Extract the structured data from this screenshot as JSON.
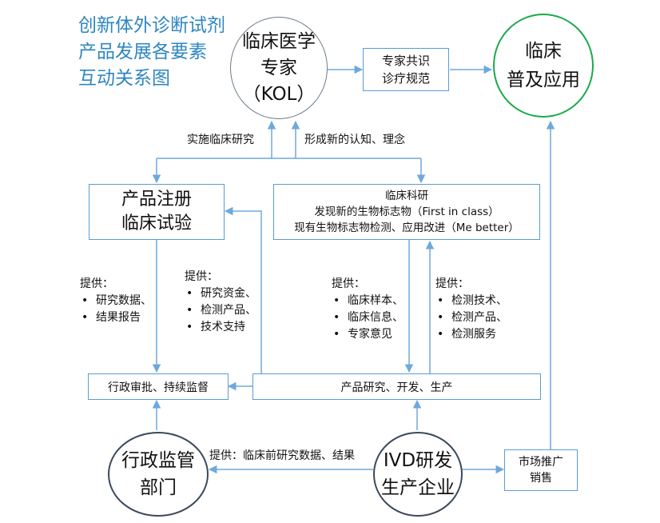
{
  "title": {
    "lines": [
      "创新体外诊断试剂",
      "产品发展各要素",
      "互动关系图"
    ]
  },
  "colors": {
    "title": "#2e86c1",
    "box_border": "#5b9bd5",
    "arrow": "#6fa8dc",
    "kol_border": "#6d7b8a",
    "clinical_border": "#1aaa4a",
    "circle_border": "#3a4a5c"
  },
  "nodes": {
    "kol": {
      "lines": [
        "临床医学",
        "专家",
        "（KOL）"
      ]
    },
    "clinical": {
      "lines": [
        "临床",
        "普及应用"
      ]
    },
    "consensus": {
      "lines": [
        "专家共识",
        "诊疗规范"
      ]
    },
    "registration": {
      "lines": [
        "产品注册",
        "临床试验"
      ]
    },
    "research": {
      "lines": [
        "临床科研",
        "发现新的生物标志物（First in class）",
        "现有生物标志物检测、应用改进（Me better）"
      ]
    },
    "approval": {
      "label": "行政审批、持续监督"
    },
    "rd": {
      "label": "产品研究、开发、生产"
    },
    "regulator": {
      "lines": [
        "行政监管",
        "部门"
      ]
    },
    "ivd": {
      "lines": [
        "IVD研发",
        "生产企业"
      ]
    },
    "marketing": {
      "lines": [
        "市场推广",
        "销售"
      ]
    }
  },
  "edge_labels": {
    "implement": "实施临床研究",
    "new_concepts": "形成新的认知、理念",
    "preclinical": "提供：临床前研究数据、结果"
  },
  "lists": {
    "reg_provide": {
      "head": "提供：",
      "items": [
        "研究数据、",
        "结果报告"
      ]
    },
    "ivd_to_reg": {
      "head": "提供：",
      "items": [
        "研究资金、",
        "检测产品、",
        "技术支持"
      ]
    },
    "research_provide": {
      "head": "提供：",
      "items": [
        "临床样本、",
        "临床信息、",
        "专家意见"
      ]
    },
    "ivd_to_research": {
      "head": "提供：",
      "items": [
        "检测技术、",
        "检测产品、",
        "检测服务"
      ]
    }
  }
}
